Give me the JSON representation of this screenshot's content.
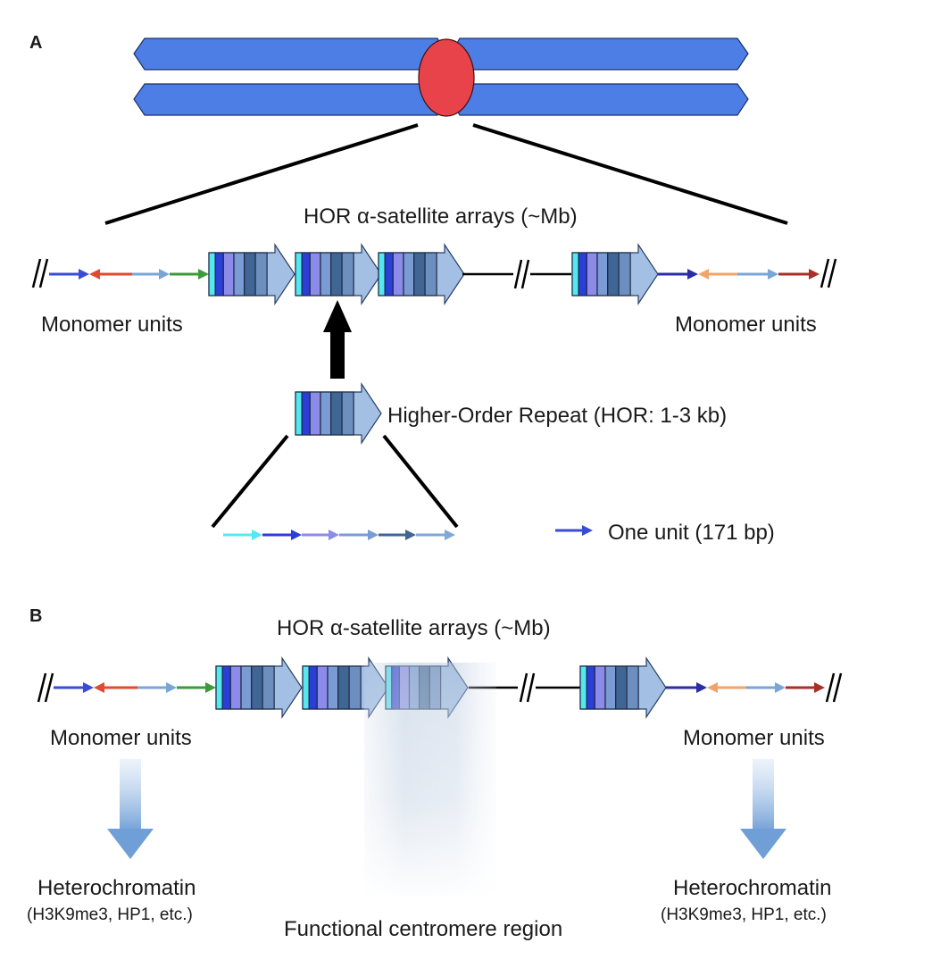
{
  "panel_a": {
    "label": "A",
    "arrays_title": "HOR α-satellite arrays (~Mb)",
    "monomer_left": "Monomer units",
    "monomer_right": "Monomer units",
    "hor_label": "Higher-Order Repeat (HOR: 1-3 kb)",
    "unit_legend": "One unit (171 bp)"
  },
  "panel_b": {
    "label": "B",
    "arrays_title": "HOR α-satellite arrays (~Mb)",
    "monomer_left": "Monomer units",
    "monomer_right": "Monomer units",
    "hetero_left_title": "Heterochromatin",
    "hetero_left_marks": "(H3K9me3, HP1, etc.)",
    "hetero_right_title": "Heterochromatin",
    "hetero_right_marks": "(H3K9me3, HP1, etc.)",
    "functional_region": "Functional centromere region"
  },
  "colors": {
    "chromatid": "#4d7ee6",
    "centromere": "#e8434a",
    "hor_arrow": "#a3c0e4",
    "hor_stripes": [
      "#55e8f0",
      "#2c3ed8",
      "#8d8bea",
      "#7a9bd4",
      "#3f6694",
      "#6d8fc0"
    ],
    "left_monomers": [
      "#3a4bd6",
      "#e04a2f",
      "#7aa6d6",
      "#3d9a3a"
    ],
    "right_monomers": [
      "#2a2da3",
      "#f0a46c",
      "#7aa6d6",
      "#a8302a"
    ],
    "unit_arrows": [
      "#55e8f0",
      "#2c3ed8",
      "#8d8bea",
      "#7a9bd4",
      "#3f6694",
      "#7fa8d6"
    ],
    "legend_arrow": "#3a4bd6",
    "big_arrow": "#000000",
    "hetero_arrow": "#6f9fd6"
  }
}
